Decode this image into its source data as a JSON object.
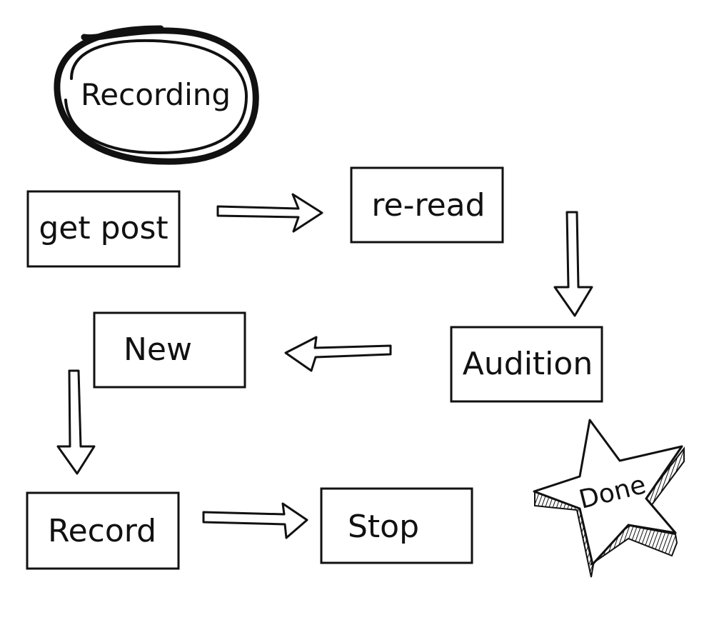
{
  "title": "Recording",
  "nodes": {
    "get_post": "get post",
    "re_read": "re-read",
    "audition": "Audition",
    "new": "New",
    "record": "Record",
    "stop": "Stop",
    "done": "Done"
  },
  "colors": {
    "ink": "#111111",
    "background": "#ffffff"
  }
}
